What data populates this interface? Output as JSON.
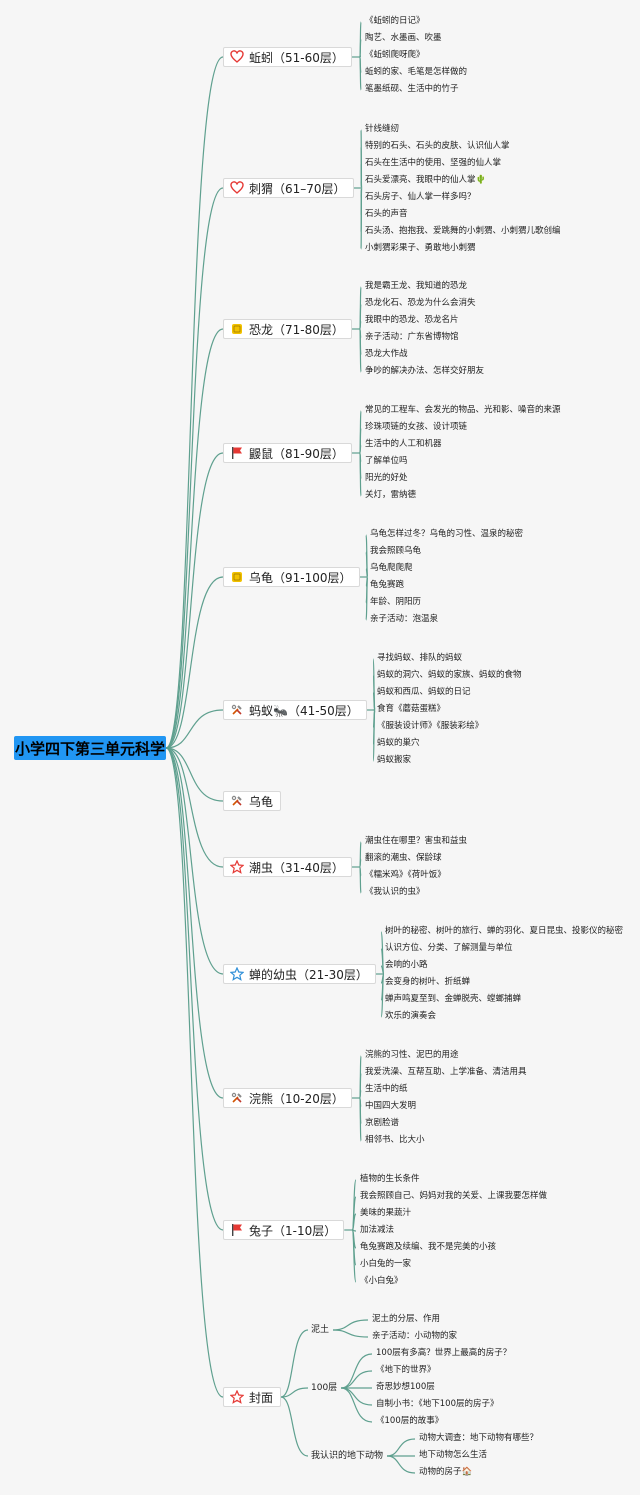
{
  "root": {
    "label": "小学四下第三单元科学"
  },
  "branches": [
    {
      "id": "b1",
      "label": "蚯蚓（51-60层）",
      "icon": "heart-icon",
      "children": [
        "《蚯蚓的日记》",
        "陶艺、水墨画、吹墨",
        "《蚯蚓爬呀爬》",
        "蚯蚓的家、毛笔是怎样做的",
        "笔墨纸砚、生活中的竹子"
      ]
    },
    {
      "id": "b2",
      "label": "刺猬（61–70层）",
      "icon": "heart-icon",
      "children": [
        "针线缝纫",
        "特别的石头、石头的皮肤、认识仙人掌",
        "石头在生活中的使用、坚强的仙人掌",
        "石头爱漂亮、我眼中的仙人掌🌵",
        "石头房子、仙人掌一样多吗？",
        "石头的声音",
        "石头汤、抱抱我、爱跳舞的小刺猬、小刺猬儿歌创编",
        "小刺猬彩果子、勇敢地小刺猬"
      ]
    },
    {
      "id": "b3",
      "label": "恐龙（71-80层）",
      "icon": "coin-icon",
      "children": [
        "我是霸王龙、我知道的恐龙",
        "恐龙化石、恐龙为什么会消失",
        "我眼中的恐龙、恐龙名片",
        "亲子活动：广东省博物馆",
        "恐龙大作战",
        "争吵的解决办法、怎样交好朋友"
      ]
    },
    {
      "id": "b4",
      "label": "鼹鼠（81-90层）",
      "icon": "flag-icon",
      "children": [
        "常见的工程车、会发光的物品、光和影、噪音的来源",
        "珍珠项链的女孩、设计项链",
        "生活中的人工和机器",
        "了解单位吗",
        "阳光的好处",
        "关灯，雷纳德"
      ]
    },
    {
      "id": "b5",
      "label": "乌龟（91-100层）",
      "icon": "coin-icon",
      "children": [
        "乌龟怎样过冬？乌龟的习性、温泉的秘密",
        "我会照顾乌龟",
        "乌龟爬爬爬",
        "龟兔赛跑",
        "年龄、阴阳历",
        "亲子活动：泡温泉"
      ]
    },
    {
      "id": "b6",
      "label": "蚂蚁🐜（41-50层）",
      "icon": "tools-icon",
      "children": [
        "寻找蚂蚁、排队的蚂蚁",
        "蚂蚁的洞穴、蚂蚁的家族、蚂蚁的食物",
        "蚂蚁和西瓜、蚂蚁的日记",
        "食育《蘑菇蛋糕》",
        "《服装设计师》《服装彩绘》",
        "蚂蚁的巢穴",
        "蚂蚁搬家"
      ]
    },
    {
      "id": "b7",
      "label": "乌龟",
      "icon": "tools-icon",
      "children": []
    },
    {
      "id": "b8",
      "label": "潮虫（31-40层）",
      "icon": "star-icon",
      "children": [
        "潮虫住在哪里？害虫和益虫",
        "翻滚的潮虫、保龄球",
        "《糯米鸡》《荷叶饭》",
        "《我认识的虫》"
      ]
    },
    {
      "id": "b9",
      "label": "蝉的幼虫（21-30层）",
      "icon": "star-blue-icon",
      "children": [
        "树叶的秘密、树叶的旅行、蝉的羽化、夏日昆虫、投影仪的秘密",
        "认识方位、分类、了解测量与单位",
        "会响的小路",
        "会变身的树叶、折纸蝉",
        "蝉声鸣夏至到、金蝉脱壳、螳螂捕蝉",
        "欢乐的演奏会"
      ]
    },
    {
      "id": "b10",
      "label": "浣熊（10-20层）",
      "icon": "tools-icon",
      "children": [
        "浣熊的习性、泥巴的用途",
        "我爱洗澡、互帮互助、上学准备、清洁用具",
        "生活中的纸",
        "中国四大发明",
        "京剧脸谱",
        "相邻书、比大小"
      ]
    },
    {
      "id": "b11",
      "label": "兔子（1-10层）",
      "icon": "flag-icon",
      "children": [
        "植物的生长条件",
        "我会照顾自己、妈妈对我的关爱、上课我要怎样做",
        "美味的果蔬汁",
        "加法减法",
        "龟兔赛跑及续编、我不是完美的小孩",
        "小白兔的一家",
        "《小白兔》"
      ]
    },
    {
      "id": "b12",
      "label": "封面",
      "icon": "star-icon",
      "groups": [
        {
          "label": "泥土",
          "children": [
            "泥土的分层、作用",
            "亲子活动：小动物的家"
          ]
        },
        {
          "label": "100层",
          "children": [
            "100层有多高？世界上最高的房子？",
            "《地下的世界》",
            "奇思妙想100层",
            "自制小书：《地下100层的房子》",
            "《100层的故事》"
          ]
        },
        {
          "label": "我认识的地下动物",
          "children": [
            "动物大调查：地下动物有哪些？",
            "地下动物怎么生活",
            "动物的房子🏠"
          ]
        }
      ]
    }
  ],
  "colors": {
    "root": "#2196f3",
    "link": "#5fa08f",
    "heart": "#e53935",
    "flag": "#e53935",
    "coin": "#f2c200",
    "star_red": "#e53935",
    "star_blue": "#2f8fd8"
  }
}
